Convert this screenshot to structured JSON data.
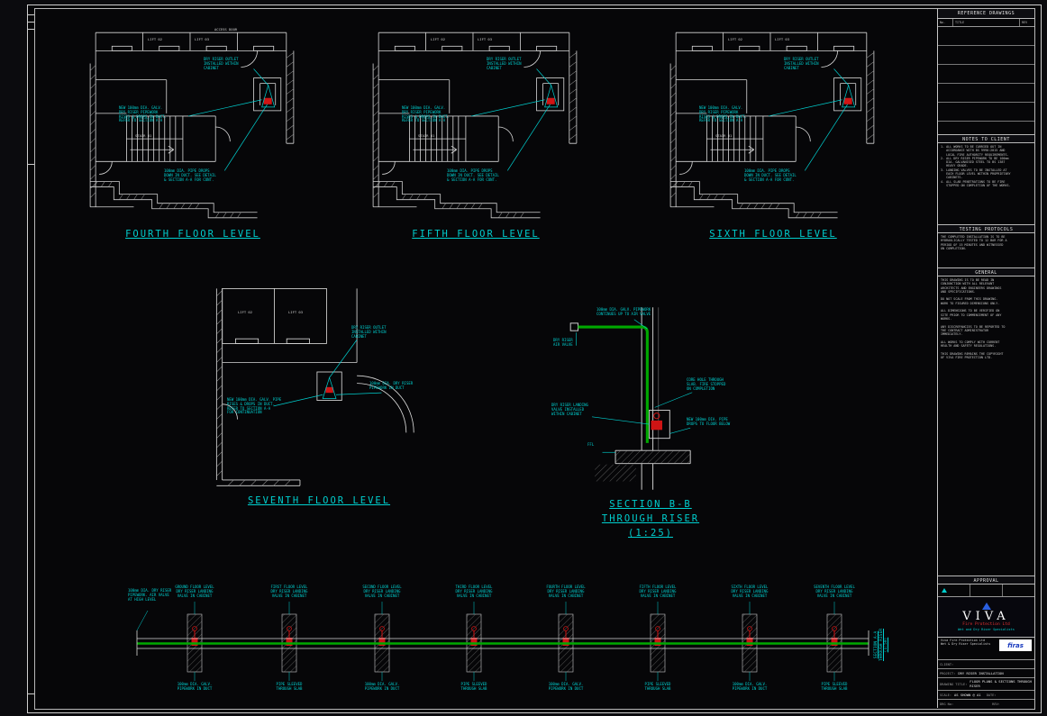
{
  "colors": {
    "cyan": "#00cfcf",
    "red": "#cf1414",
    "green": "#00a800",
    "white": "#d8d8d8"
  },
  "plan_labels": {
    "lift02": "LIFT 02",
    "lift03": "LIFT 03",
    "stair": "STAIR 01",
    "access_door": "ACCESS DOOR"
  },
  "plan_annotations": {
    "outlet": [
      "DRY RISER OUTLET",
      "INSTALLED WITHIN",
      "CABINET"
    ],
    "riser": [
      "NEW 100mm DIA. GALV.",
      "DRY RISER PIPEWORK",
      "RISES & DROPS IN DUCT.",
      "REFER TO SECTION A-A"
    ],
    "drops": [
      "100mm DIA. PIPE DROPS",
      "DOWN IN DUCT. SEE DETAIL",
      "& SECTION A-A FOR CONT."
    ]
  },
  "panels": {
    "fourth": {
      "title": "FOURTH FLOOR LEVEL"
    },
    "fifth": {
      "title": "FIFTH FLOOR LEVEL"
    },
    "sixth": {
      "title": "SIXTH FLOOR LEVEL"
    },
    "seventh": {
      "title": "SEVENTH FLOOR LEVEL"
    }
  },
  "seventh_annotations": {
    "outlet": [
      "DRY RISER OUTLET",
      "INSTALLED WITHIN",
      "CABINET"
    ],
    "pipe_left": [
      "NEW 100mm DIA. GALV. PIPE",
      "RISES & DROPS IN DUCT.",
      "REFER TO SECTION A-A",
      "FOR CONTINUATION"
    ],
    "duct_right": [
      "100mm DIA. DRY RISER",
      "PIPEWORK IN DUCT"
    ]
  },
  "section_bb": {
    "title_lines": [
      "SECTION B-B",
      "THROUGH RISER",
      "(1:25)"
    ],
    "ann": {
      "pipe_top": [
        "100mm DIA. GALV. PIPEWORK",
        "CONTINUES UP TO AIR VALVE"
      ],
      "air": [
        "DRY RISER",
        "AIR VALVE"
      ],
      "valve": [
        "DRY RISER LANDING",
        "VALVE INSTALLED",
        "WITHIN CABINET"
      ],
      "core": [
        "CORE HOLE THROUGH",
        "SLAB. FIRE STOPPED",
        "ON COMPLETION"
      ],
      "drops": [
        "NEW 100mm DIA. PIPE",
        "DROPS TO FLOOR BELOW"
      ],
      "ffl": "FFL"
    }
  },
  "section_aa": {
    "label_lines": [
      "SECTION A-A",
      "THROUGH RISER",
      "(1:50)"
    ],
    "left_note": [
      "100mm DIA. DRY RISER",
      "PIPEWORK. AIR VALVE",
      "AT HIGH LEVEL"
    ],
    "bays": [
      {
        "top": [
          "GROUND FLOOR LEVEL",
          "DRY RISER LANDING",
          "VALVE IN CABINET"
        ],
        "bottom": [
          "100mm DIA. GALV.",
          "PIPEWORK IN DUCT"
        ]
      },
      {
        "top": [
          "FIRST FLOOR LEVEL",
          "DRY RISER LANDING",
          "VALVE IN CABINET"
        ],
        "bottom": [
          "PIPE SLEEVED",
          "THROUGH SLAB"
        ]
      },
      {
        "top": [
          "SECOND FLOOR LEVEL",
          "DRY RISER LANDING",
          "VALVE IN CABINET"
        ],
        "bottom": [
          "100mm DIA. GALV.",
          "PIPEWORK IN DUCT"
        ]
      },
      {
        "top": [
          "THIRD FLOOR LEVEL",
          "DRY RISER LANDING",
          "VALVE IN CABINET"
        ],
        "bottom": [
          "PIPE SLEEVED",
          "THROUGH SLAB"
        ]
      },
      {
        "top": [
          "FOURTH FLOOR LEVEL",
          "DRY RISER LANDING",
          "VALVE IN CABINET"
        ],
        "bottom": [
          "100mm DIA. GALV.",
          "PIPEWORK IN DUCT"
        ]
      },
      {
        "top": [
          "FIFTH FLOOR LEVEL",
          "DRY RISER LANDING",
          "VALVE IN CABINET"
        ],
        "bottom": [
          "PIPE SLEEVED",
          "THROUGH SLAB"
        ]
      },
      {
        "top": [
          "SIXTH FLOOR LEVEL",
          "DRY RISER LANDING",
          "VALVE IN CABINET"
        ],
        "bottom": [
          "100mm DIA. GALV.",
          "PIPEWORK IN DUCT"
        ]
      },
      {
        "top": [
          "SEVENTH FLOOR LEVEL",
          "DRY RISER LANDING",
          "VALVE IN CABINET"
        ],
        "bottom": [
          "PIPE SLEEVED",
          "THROUGH SLAB"
        ]
      }
    ]
  },
  "titleblock": {
    "reference_header": "REFERENCE DRAWINGS",
    "reference_columns": [
      "No.",
      "TITLE",
      "REV"
    ],
    "notes_header": "NOTES TO CLIENT",
    "notes": [
      "1. ALL WORKS TO BE CARRIED OUT IN",
      "   ACCORDANCE WITH BS 9990:2015 AND",
      "   LOCAL FIRE AUTHORITY REQUIREMENTS.",
      "2. ALL DRY RISER PIPEWORK TO BE 100mm",
      "   DIA. GALVANISED STEEL TO BS 1387",
      "   HEAVY GRADE.",
      "3. LANDING VALVES TO BE INSTALLED AT",
      "   EACH FLOOR LEVEL WITHIN PROPRIETARY",
      "   CABINETS.",
      "4. ALL SLAB PENETRATIONS TO BE FIRE",
      "   STOPPED ON COMPLETION OF THE WORKS."
    ],
    "testing_header": "TESTING PROTOCOLS",
    "testing": [
      "THE COMPLETED INSTALLATION IS TO BE",
      "HYDRAULICALLY TESTED TO 12 BAR FOR A",
      "PERIOD OF 15 MINUTES AND WITNESSED",
      "ON COMPLETION."
    ],
    "general_header": "GENERAL",
    "general": [
      "THIS DRAWING IS TO BE READ IN",
      "CONJUNCTION WITH ALL RELEVANT",
      "ARCHITECTS AND ENGINEERS DRAWINGS",
      "AND SPECIFICATIONS.",
      "",
      "DO NOT SCALE FROM THIS DRAWING.",
      "WORK TO FIGURED DIMENSIONS ONLY.",
      "",
      "ALL DIMENSIONS TO BE VERIFIED ON",
      "SITE PRIOR TO COMMENCEMENT OF ANY",
      "WORKS.",
      "",
      "ANY DISCREPANCIES TO BE REPORTED TO",
      "THE CONTRACT ADMINISTRATOR",
      "IMMEDIATELY.",
      "",
      "ALL WORKS TO COMPLY WITH CURRENT",
      "HEALTH AND SAFETY REGULATIONS.",
      "",
      "THIS DRAWING REMAINS THE COPYRIGHT",
      "OF VIVA FIRE PROTECTION LTD."
    ],
    "approval_header": "APPROVAL",
    "logo": {
      "name": "VIVA",
      "line1": "Fire Protection Ltd",
      "line2": "Wet and Dry Riser Specialists"
    },
    "firas": "firas",
    "address": [
      "Viva Fire Protection Ltd",
      "Wet & Dry Riser Specialists"
    ],
    "rows": {
      "client_label": "CLIENT:",
      "project_label": "PROJECT:",
      "project_value": "DRY RISER INSTALLATION",
      "title_label": "DRAWING TITLE:",
      "title_value": "FLOOR PLANS & SECTIONS THROUGH RISER",
      "scale_label": "SCALE:",
      "scale_value": "AS SHOWN @ A1",
      "date_label": "DATE:",
      "drg_label": "DRG No:",
      "rev_label": "REV:"
    }
  }
}
